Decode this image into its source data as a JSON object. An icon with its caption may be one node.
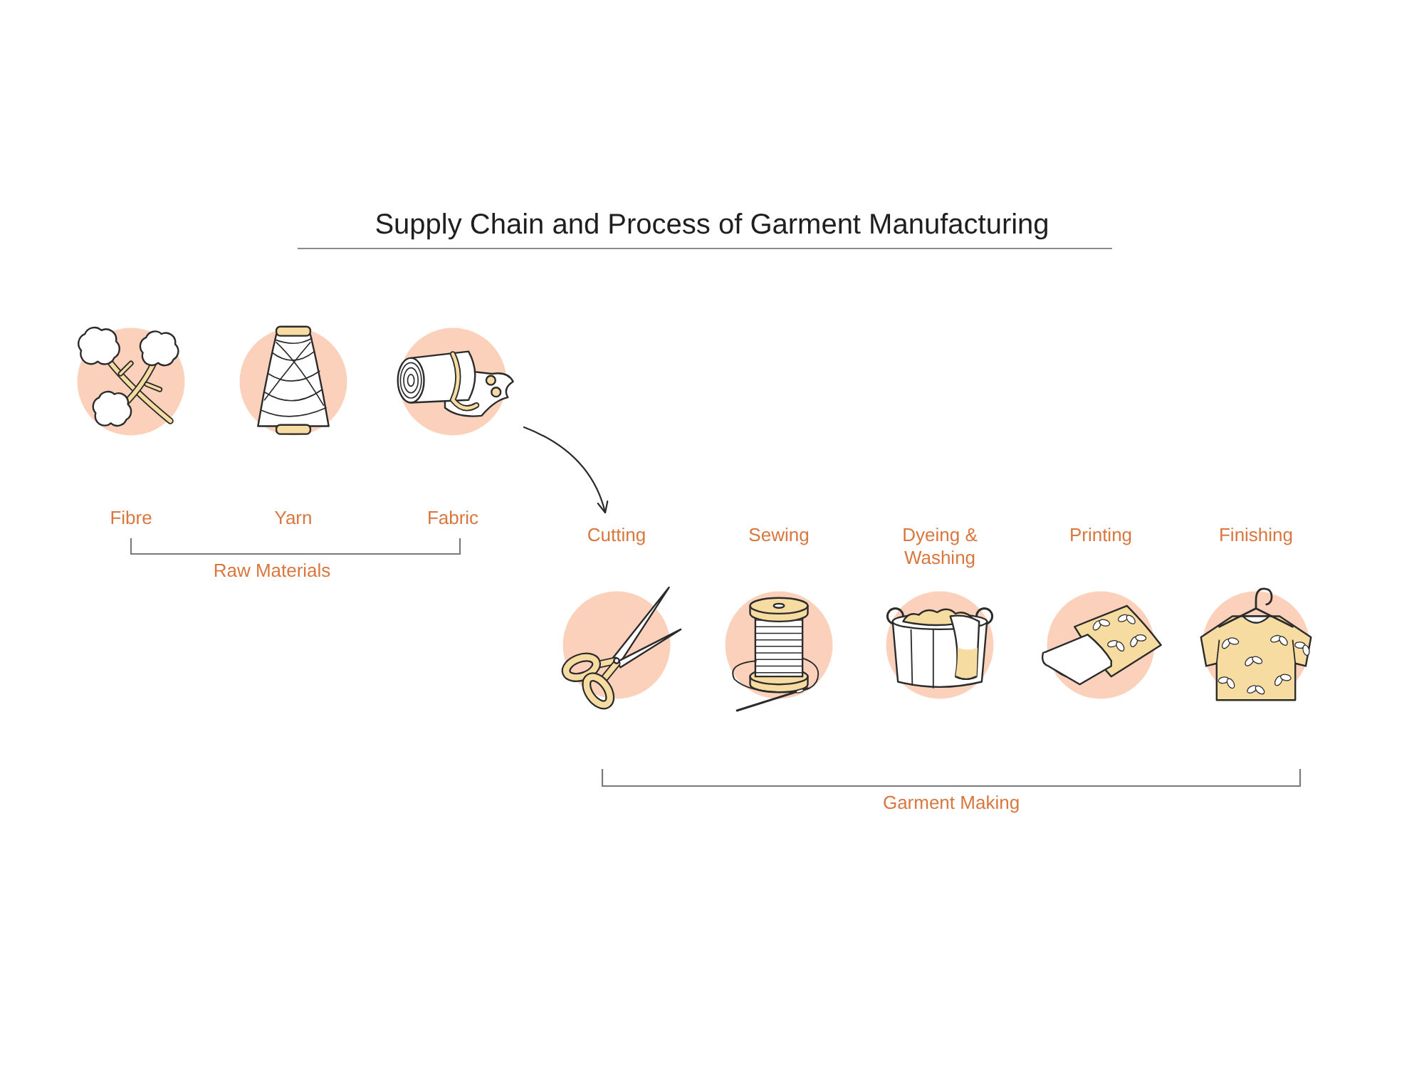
{
  "diagram": {
    "title": "Supply Chain and Process of Garment Manufacturing",
    "nodes": [
      {
        "text": [
          "Fibre"
        ]
      },
      {
        "text": [
          "Yarn"
        ]
      },
      {
        "text": [
          "Fabric"
        ]
      },
      {
        "text": [
          "Cutting"
        ]
      },
      {
        "text": [
          "Sewing"
        ]
      },
      {
        "text": [
          "Dyeing & Washing"
        ]
      },
      {
        "text": [
          "Printing"
        ]
      },
      {
        "text": [
          "Finishing"
        ]
      }
    ],
    "edges": [
      {
        "from": 2,
        "to": 3,
        "arrow": "to"
      }
    ],
    "labels": [
      "Raw Materials",
      "Garment Making"
    ]
  }
}
